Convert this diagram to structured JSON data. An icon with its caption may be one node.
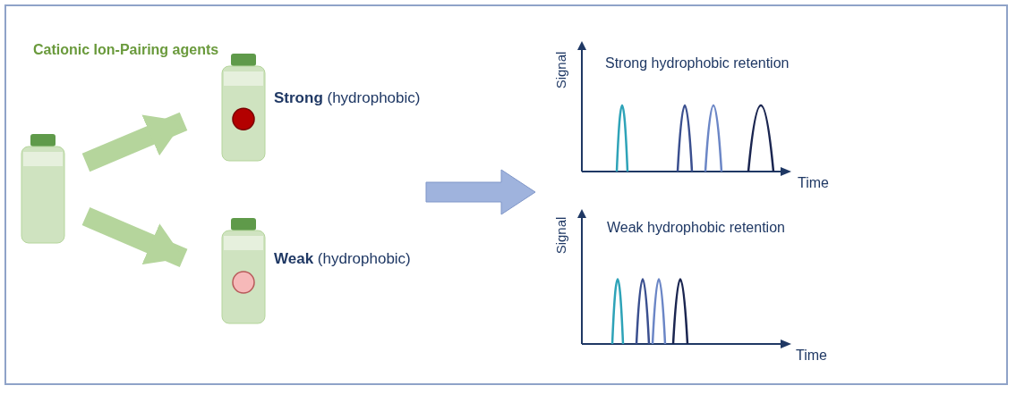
{
  "diagram": {
    "nodes": [
      {
        "text": [],
        "shape": "picture"
      },
      {
        "text": [
          "**Strong** (hydrophobic)"
        ]
      },
      {
        "text": [
          "**Weak** (hydrophobic)"
        ]
      },
      {
        "text": [
          "Strong hydrophobic retention"
        ]
      },
      {
        "text": [
          "Weak hydrophobic retention"
        ]
      }
    ],
    "edges": [
      {
        "from": 0,
        "to": 1,
        "arrow": "to"
      },
      {
        "from": 0,
        "to": 2,
        "arrow": "to"
      }
    ],
    "labels": [
      "Cationic Ion-Pairing agents",
      "Signal",
      "Time",
      "Signal",
      "Time"
    ]
  }
}
